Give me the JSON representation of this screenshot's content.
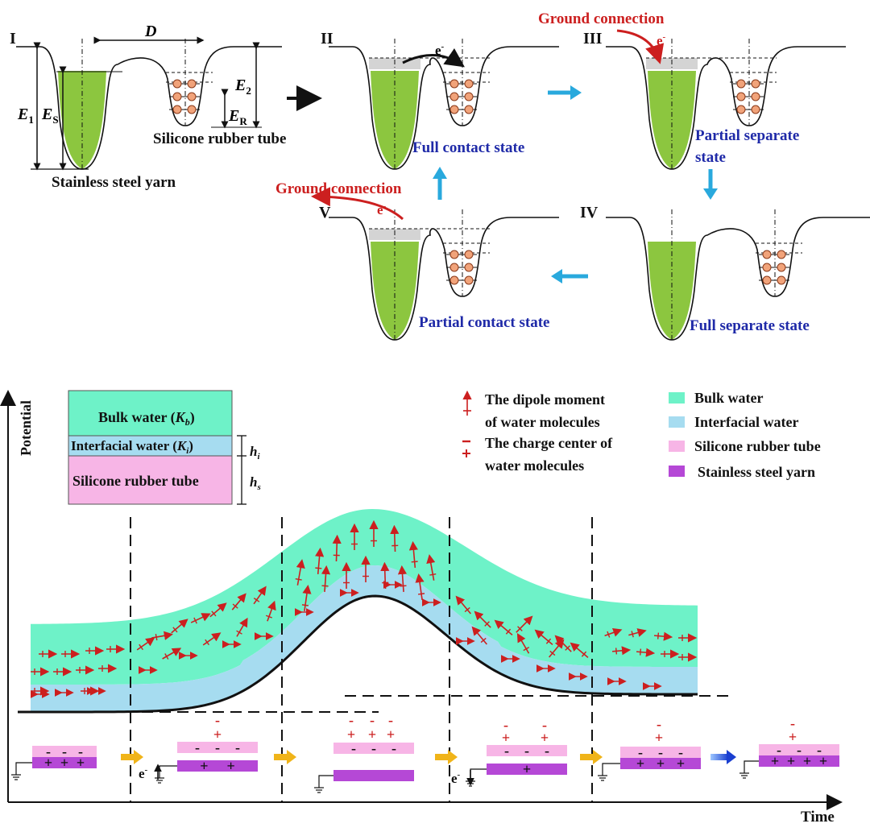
{
  "panels": {
    "I": "I",
    "II": "II",
    "III": "III",
    "IV": "IV",
    "V": "V"
  },
  "symbols": {
    "D": "D",
    "E1": "E",
    "E1_sub": "1",
    "ES": "E",
    "ES_sub": "S",
    "E2": "E",
    "E2_sub": "2",
    "ER": "E",
    "ER_sub": "R",
    "e_minus": "e",
    "minus_sup": "-"
  },
  "labels": {
    "silicone_rubber_tube": "Silicone rubber tube",
    "stainless_steel_yarn": "Stainless steel yarn",
    "full_contact_state": "Full contact state",
    "partial_separate_state_1": "Partial separate",
    "partial_separate_state_2": "state",
    "full_separate_state": "Full separate state",
    "partial_contact_state": "Partial contact state",
    "ground_connection": "Ground connection"
  },
  "bottom": {
    "axis_y": "Potential",
    "axis_x": "Time",
    "inset_bulk": "Bulk water (",
    "inset_bulk_k": "K",
    "inset_bulk_sub": "b",
    "inset_interfacial": "Interfacial water (",
    "inset_interfacial_k": "K",
    "inset_interfacial_sub": "i",
    "inset_close": ")",
    "inset_silicone": "Silicone rubber tube",
    "h_i": "h",
    "h_i_sub": "i",
    "h_s": "h",
    "h_s_sub": "s",
    "legend_dipole_1": "The dipole moment",
    "legend_dipole_2": "of water molecules",
    "legend_charge_1": "The charge center of",
    "legend_charge_2": "water molecules",
    "legend_bulk": "Bulk water",
    "legend_interfacial": "Interfacial water",
    "legend_silicone": "Silicone rubber tube",
    "legend_steel": "Stainless steel yarn"
  },
  "colors": {
    "green_fill": "#8cc63f",
    "bulk_water": "#6ef2c8",
    "interfacial_water": "#a6dcf0",
    "silicone": "#f7b5e6",
    "steel": "#b548d6",
    "arrow_blue": "#29a9dd",
    "arrow_gold": "#f0b419",
    "red": "#cc1f1f",
    "state_blue": "#1f2aa8"
  }
}
